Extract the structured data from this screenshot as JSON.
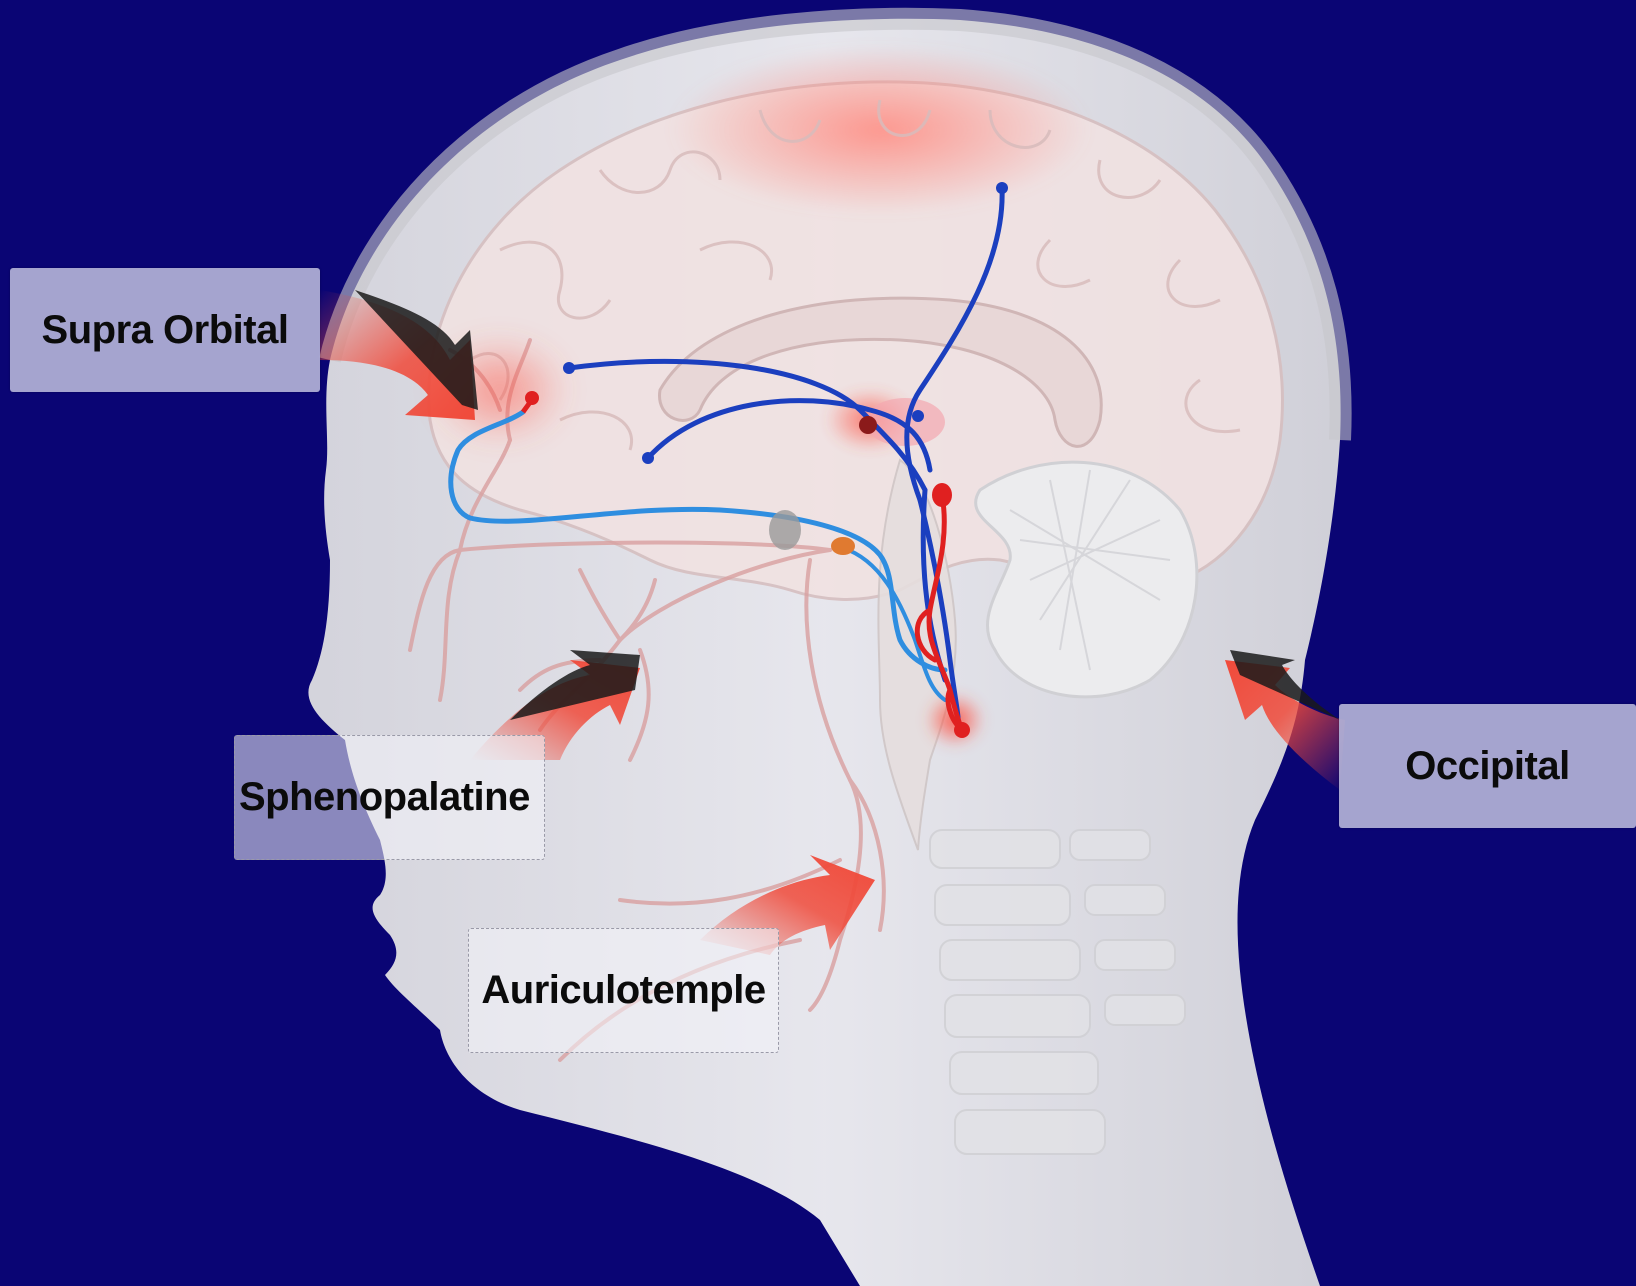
{
  "labels": {
    "supra_orbital": "Supra Orbital",
    "sphenopalatine": "Sphenopalatine",
    "auriculotemple": "Auriculotemple",
    "occipital": "Occipital"
  },
  "colors": {
    "background": "#0a0574",
    "head": "#e9e9ec",
    "pathway_dark_blue": "#1b3fbf",
    "pathway_light_blue": "#2f8ee0",
    "pathway_red": "#e02020",
    "nerve_branches": "#d99a9a",
    "arrow_red": "#f04a3a",
    "label_fill": "#b2b0d6"
  }
}
